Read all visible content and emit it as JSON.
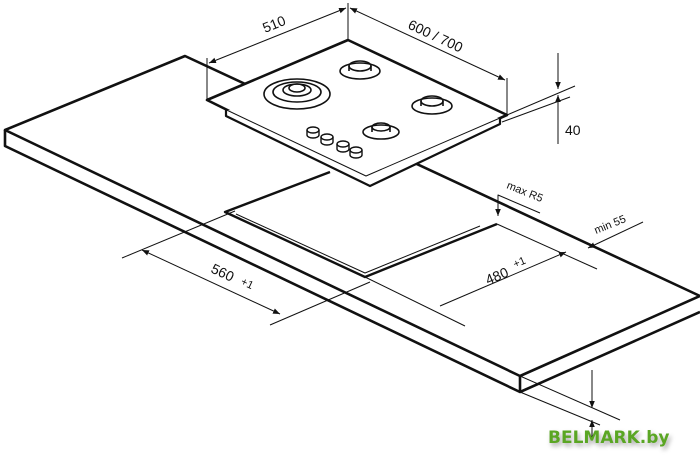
{
  "diagram": {
    "dimensions": {
      "hob_depth": "510",
      "hob_width": "600 / 700",
      "hob_height": "40",
      "cutout_width": "560",
      "cutout_width_tol": "+1",
      "cutout_depth": "480",
      "cutout_depth_tol": "+1",
      "corner_radius": "max R5",
      "min_distance": "min 55"
    },
    "colors": {
      "line": "#111111",
      "watermark": "#5aa623"
    }
  },
  "watermark": "BELMARK.by"
}
